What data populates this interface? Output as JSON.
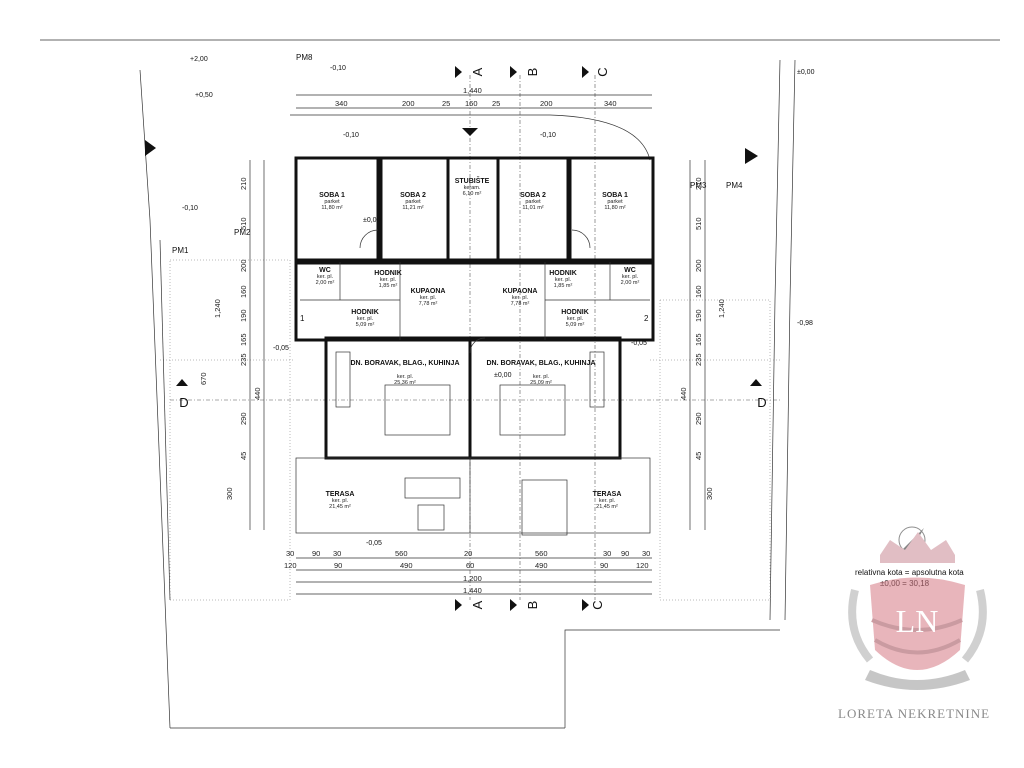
{
  "axes": {
    "a": "A",
    "b": "B",
    "c": "C",
    "d": "D"
  },
  "property_markers": [
    "PM1",
    "PM2",
    "PM3",
    "PM4",
    "PM8"
  ],
  "rooms": [
    {
      "name": "SOBA 1",
      "floor": "parket",
      "area": "11,80 m²"
    },
    {
      "name": "SOBA 2",
      "floor": "parket",
      "area": "11,21 m²"
    },
    {
      "name": "STUBIŠTE",
      "floor": "keram.",
      "area": "6,10 m²"
    },
    {
      "name": "SOBA 2",
      "floor": "parket",
      "area": "11,01 m²"
    },
    {
      "name": "SOBA 1",
      "floor": "parket",
      "area": "11,80 m²"
    },
    {
      "name": "WC",
      "floor": "ker. pl.",
      "area": "2,00 m²"
    },
    {
      "name": "HODNIK",
      "floor": "ker. pl.",
      "area": "1,85 m²"
    },
    {
      "name": "KUPAONA",
      "floor": "ker. pl.",
      "area": "7,78 m²"
    },
    {
      "name": "KUPAONA",
      "floor": "ker. pl.",
      "area": "7,78 m²"
    },
    {
      "name": "HODNIK",
      "floor": "ker. pl.",
      "area": "1,85 m²"
    },
    {
      "name": "WC",
      "floor": "ker. pl.",
      "area": "2,00 m²"
    },
    {
      "name": "HODNIK",
      "floor": "ker. pl.",
      "area": "5,09 m²"
    },
    {
      "name": "HODNIK",
      "floor": "ker. pl.",
      "area": "5,09 m²"
    },
    {
      "name": "DN. BORAVAK, BLAG., KUHINJA",
      "floor": "ker. pl.",
      "area": "25,36 m²"
    },
    {
      "name": "DN. BORAVAK, BLAG., KUHINJA",
      "floor": "ker. pl.",
      "area": "25,09 m²"
    },
    {
      "name": "TERASA",
      "floor": "ker. pl.",
      "area": "21,45 m²"
    },
    {
      "name": "TERASA",
      "floor": "ker. pl.",
      "area": "21,45 m²"
    }
  ],
  "levels": [
    "-0,10",
    "-0,10",
    "-0,10",
    "-0,10",
    "-0,05",
    "-0,05",
    "-0,05",
    "±0,00",
    "±0,00",
    "-0,98",
    "±0,00",
    "+0,50",
    "+2,00"
  ],
  "top_dims": [
    "340",
    "200",
    "25",
    "160",
    "25",
    "200",
    "340"
  ],
  "top_total": "1,440",
  "bottom_dims": [
    "30",
    "90",
    "30",
    "560",
    "20",
    "560",
    "30",
    "90",
    "30"
  ],
  "bottom_dims2": [
    "120",
    "90",
    "490",
    "60",
    "490",
    "90",
    "120"
  ],
  "bottom_total1": "1,200",
  "bottom_total2": "1,440",
  "left_dims": [
    "210",
    "510",
    "200",
    "160",
    "190",
    "165",
    "235",
    "440",
    "290",
    "45",
    "300"
  ],
  "right_dims": [
    "210",
    "510",
    "200",
    "160",
    "190",
    "165",
    "235",
    "440",
    "290",
    "45",
    "300"
  ],
  "side_totals": [
    "1,240",
    "670"
  ],
  "entrances": [
    "1",
    "2"
  ],
  "legend": {
    "line1": "relativna kota  =  apsolutna kota",
    "line2": "±0,00  =  30,18"
  },
  "brand": {
    "monogram": "LN",
    "name": "LORETA NEKRETNINE"
  }
}
